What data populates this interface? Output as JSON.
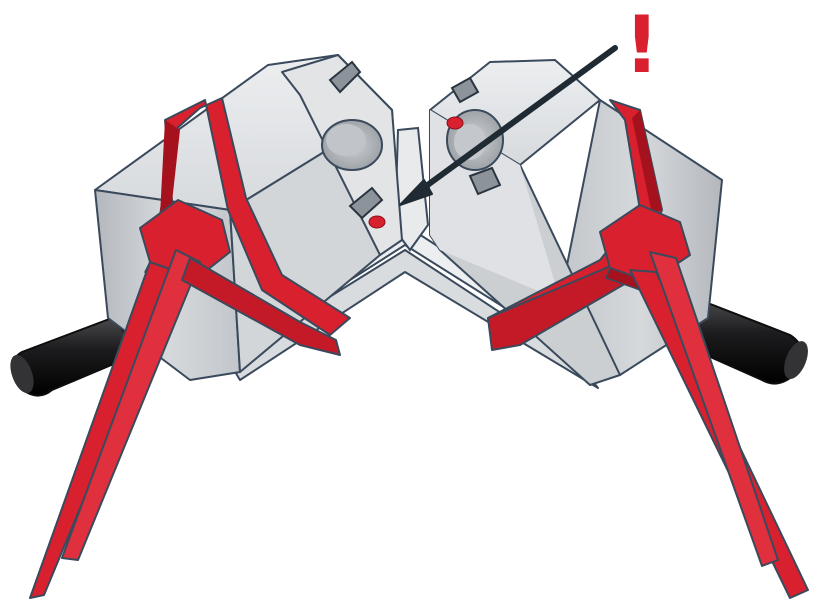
{
  "illustration": {
    "warning_mark": "!",
    "colors": {
      "housing_light": "#e4e6e8",
      "housing_mid": "#c9ccd0",
      "housing_dark": "#a9adb2",
      "outline": "#3a4a5c",
      "strap_red": "#d8202e",
      "strap_dark": "#a5121d",
      "cable_black": "#1c1c1e",
      "bracket": "#d6d8db",
      "arrow": "#1f2a33"
    },
    "parts": [
      "left-sensor-housing",
      "right-sensor-housing",
      "mounting-bracket",
      "left-cable-tie",
      "right-cable-tie",
      "left-cable",
      "right-cable",
      "pointer-arrow",
      "contact-spacing-terminal"
    ]
  }
}
